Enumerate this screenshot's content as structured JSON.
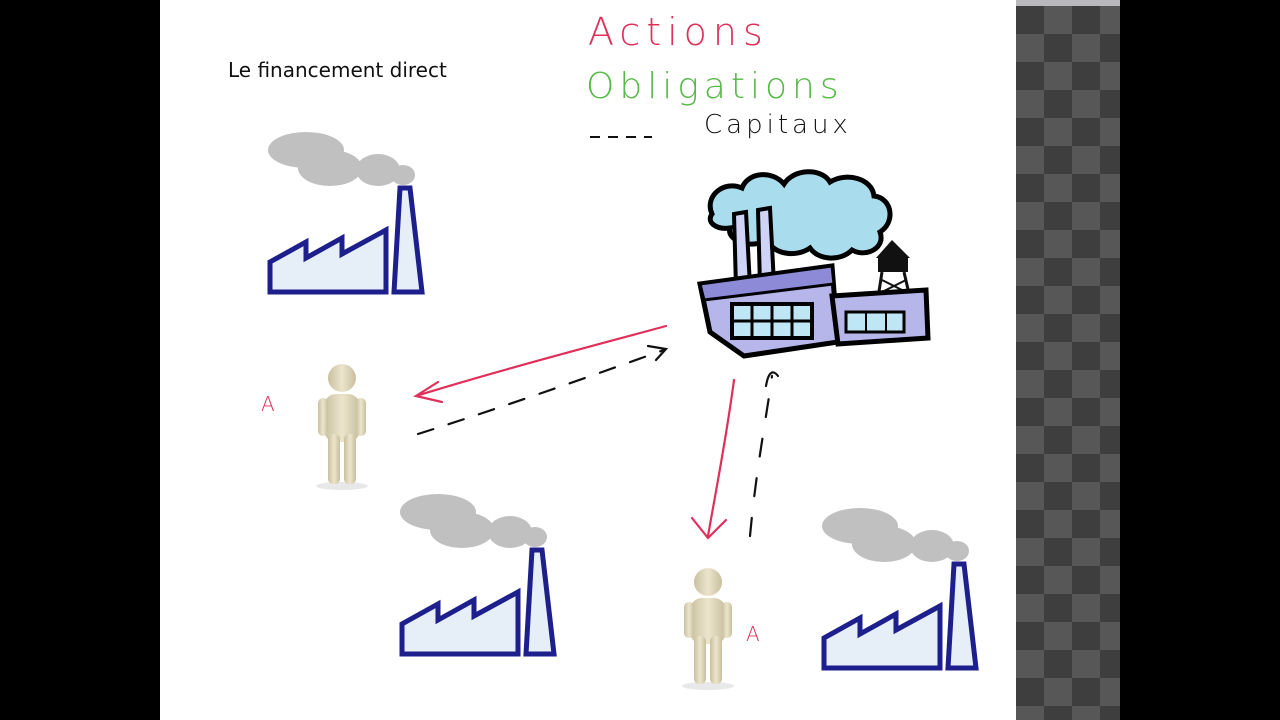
{
  "slide": {
    "title": "Le financement direct"
  },
  "annotations": {
    "actions": "Actions",
    "obligations": "Obligations",
    "capitaux": "Capitaux",
    "investor_left": "A",
    "investor_bottom": "A"
  },
  "colors": {
    "ink_red": "#e0305a",
    "ink_green": "#57b947",
    "factory_outline": "#1c1f8c",
    "factory_fill": "#e6eef7",
    "smoke": "#c0c0c0",
    "person": "#e4dcc0"
  },
  "icons": [
    "factory-icon",
    "cartoon-factory-icon",
    "person-icon",
    "smoke-icon"
  ]
}
